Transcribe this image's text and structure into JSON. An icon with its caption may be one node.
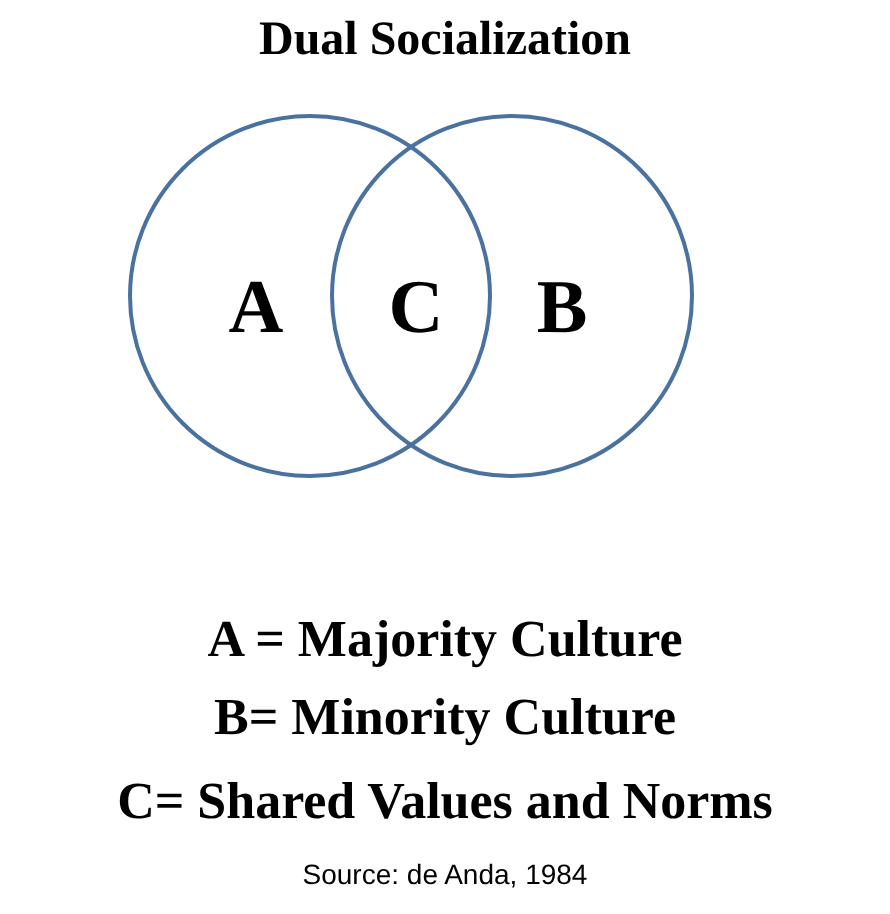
{
  "diagram": {
    "title": "Dual Socialization",
    "nodes": [
      {
        "text": [
          "A"
        ]
      },
      {
        "text": [
          "B"
        ]
      }
    ],
    "labels": [
      "C",
      "A = Majority Culture",
      "B= Minority Culture",
      "C= Shared Values and Norms"
    ],
    "caption": "Source: de Anda, 1984"
  }
}
